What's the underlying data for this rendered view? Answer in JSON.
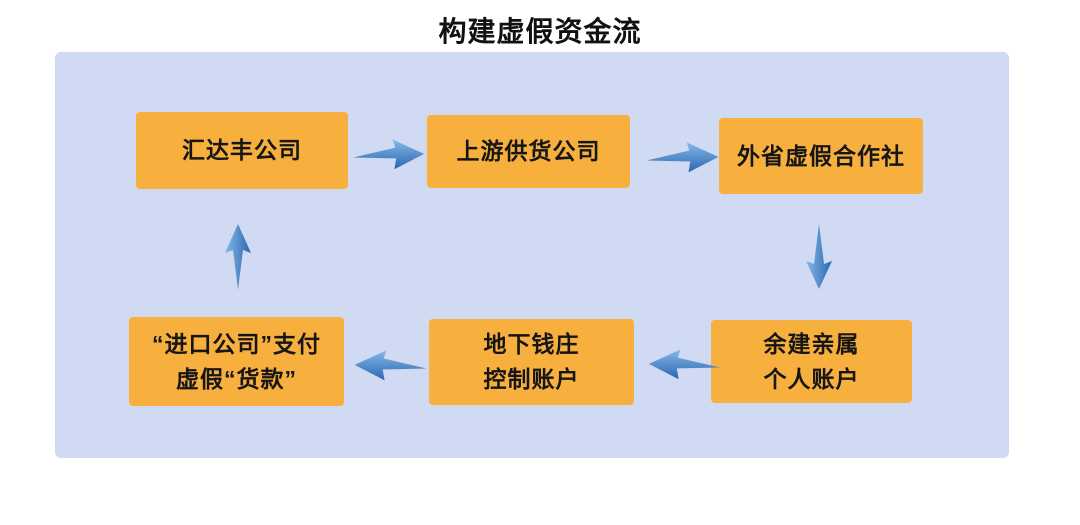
{
  "title": "构建虚假资金流",
  "colors": {
    "page_bg": "#FFFFFF",
    "panel_bg": "#D0DAF2",
    "node_bg": "#F7AF3E",
    "node_text": "#161616",
    "title_text": "#111111",
    "arrow_light": "#85B9EA",
    "arrow_dark": "#2B66AF"
  },
  "nodes": [
    {
      "id": "huidafeng-company",
      "lines": [
        "汇达丰公司"
      ]
    },
    {
      "id": "upstream-supplier-company",
      "lines": [
        "上游供货公司"
      ]
    },
    {
      "id": "out-of-province-fake-coop",
      "lines": [
        "外省虚假合作社"
      ]
    },
    {
      "id": "yujian-relatives-accounts",
      "lines": [
        "余建亲属",
        "个人账户"
      ]
    },
    {
      "id": "underground-bank-accounts",
      "lines": [
        "地下钱庄",
        "控制账户"
      ]
    },
    {
      "id": "import-company-payment",
      "lines": [
        "“进口公司”支付",
        "虚假“货款”"
      ]
    }
  ],
  "flows": [
    {
      "from": "汇达丰公司",
      "to": "上游供货公司",
      "direction": "right"
    },
    {
      "from": "上游供货公司",
      "to": "外省虚假合作社",
      "direction": "right"
    },
    {
      "from": "外省虚假合作社",
      "to": "余建亲属 个人账户",
      "direction": "down"
    },
    {
      "from": "余建亲属 个人账户",
      "to": "地下钱庄 控制账户",
      "direction": "left"
    },
    {
      "from": "地下钱庄 控制账户",
      "to": "“进口公司”支付 虚假“货款”",
      "direction": "left"
    },
    {
      "from": "“进口公司”支付 虚假“货款”",
      "to": "汇达丰公司",
      "direction": "up"
    }
  ]
}
